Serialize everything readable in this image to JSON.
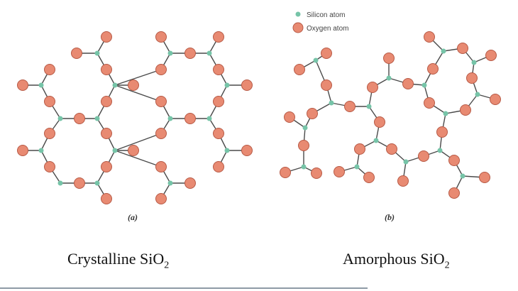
{
  "legend": {
    "silicon_label": "Silicon atom",
    "oxygen_label": "Oxygen atom"
  },
  "panels": [
    {
      "label": "(a)",
      "caption_prefix": "Crystalline SiO",
      "caption_sub": "2"
    },
    {
      "label": "(b)",
      "caption_prefix": "Amorphous SiO",
      "caption_sub": "2"
    }
  ],
  "colors": {
    "silicon": "#76c4a8",
    "oxygen": "#e88a72",
    "oxygen_stroke": "#b75a46",
    "bond": "#4a4a4a"
  }
}
